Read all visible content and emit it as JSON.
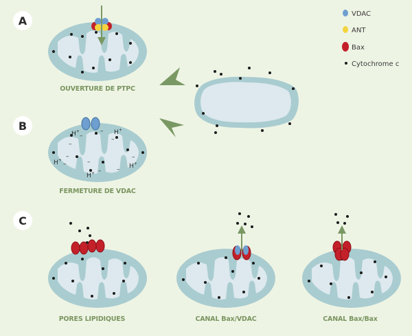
{
  "panels": {
    "a": {
      "letter": "A",
      "caption": "OUVERTURE DE PTPC"
    },
    "b": {
      "letter": "B",
      "caption": "FERMETURE DE VDAC"
    },
    "c": {
      "letter": "C",
      "captions": {
        "left": "PORES LIPIDIQUES",
        "middle": "CANAL Bax/VDAC",
        "right": "CANAL Bax/Bax"
      }
    }
  },
  "legend": {
    "vdac": "VDAC",
    "ant": "ANT",
    "bax": "Bax",
    "cytochrome": "Cytochrome c"
  },
  "ions": {
    "proton": "H",
    "plus": "+",
    "minus": "–"
  },
  "colors": {
    "background": "#eef4e4",
    "outer_membrane": "#a9ccd0",
    "inner_matrix": "#dde9ee",
    "vdac": "#6f9fd0",
    "ant": "#f3d43f",
    "bax": "#c3202a",
    "arrow": "#7a9864",
    "caption": "#7a9560",
    "cytochrome": "#1c1c1c"
  }
}
